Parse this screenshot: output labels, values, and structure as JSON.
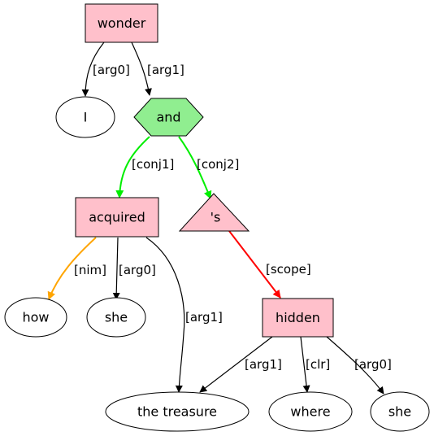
{
  "nodes": {
    "wonder": {
      "label": "wonder",
      "fill": "#ffc0cb"
    },
    "i": {
      "label": "I",
      "fill": "#ffffff"
    },
    "and": {
      "label": "and",
      "fill": "#90ee90"
    },
    "acquired": {
      "label": "acquired",
      "fill": "#ffc0cb"
    },
    "s": {
      "label": "'s",
      "fill": "#ffc0cb"
    },
    "how": {
      "label": "how",
      "fill": "#ffffff"
    },
    "she1": {
      "label": "she",
      "fill": "#ffffff"
    },
    "hidden": {
      "label": "hidden",
      "fill": "#ffc0cb"
    },
    "treasure": {
      "label": "the treasure",
      "fill": "#ffffff"
    },
    "where": {
      "label": "where",
      "fill": "#ffffff"
    },
    "she2": {
      "label": "she",
      "fill": "#ffffff"
    }
  },
  "edges": {
    "wonder_i": {
      "label": "[arg0]",
      "color": "#000000"
    },
    "wonder_and": {
      "label": "[arg1]",
      "color": "#000000"
    },
    "and_acquired": {
      "label": "[conj1]",
      "color": "#00ee00"
    },
    "and_s": {
      "label": "[conj2]",
      "color": "#00ee00"
    },
    "acquired_how": {
      "label": "[nim]",
      "color": "#ffa500"
    },
    "acquired_she": {
      "label": "[arg0]",
      "color": "#000000"
    },
    "acquired_treasure": {
      "label": "[arg1]",
      "color": "#000000"
    },
    "s_hidden": {
      "label": "[scope]",
      "color": "#ff0000"
    },
    "hidden_treasure": {
      "label": "[arg1]",
      "color": "#000000"
    },
    "hidden_where": {
      "label": "[clr]",
      "color": "#000000"
    },
    "hidden_she": {
      "label": "[arg0]",
      "color": "#000000"
    }
  }
}
